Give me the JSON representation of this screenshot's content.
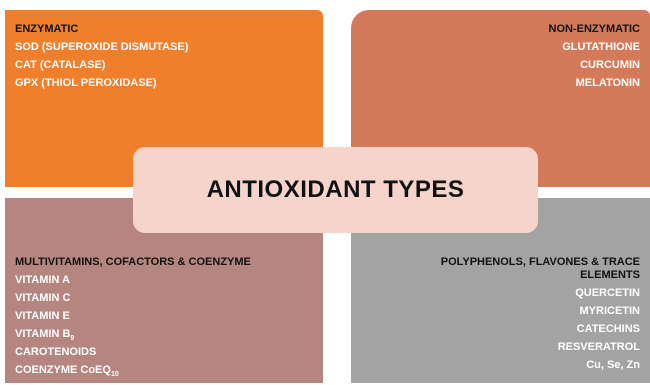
{
  "title": "ANTIOXIDANT TYPES",
  "enzymatic": {
    "heading": "ENZYMATIC",
    "items": [
      "SOD (SUPEROXIDE DISMUTASE)",
      "CAT (CATALASE)",
      "GPX (THIOL PEROXIDASE)"
    ]
  },
  "non_enzymatic": {
    "heading": "NON-ENZYMATIC",
    "items": [
      "GLUTATHIONE",
      "CURCUMIN",
      "MELATONIN"
    ]
  },
  "multivitamins": {
    "heading": "MULTIVITAMINS, COFACTORS & COENZYME",
    "items": [
      "VITAMIN A",
      "VITAMIN C",
      "VITAMIN E"
    ],
    "vitamin_b": "VITAMIN B",
    "vitamin_b_sub": "9",
    "carotenoids": "CAROTENOIDS",
    "coenzyme": "COENZYME CoEQ",
    "coenzyme_sub": "10"
  },
  "polyphenols": {
    "heading_line1": "POLYPHENOLS, FLAVONES & TRACE",
    "heading_line2": "ELEMENTS",
    "items": [
      "QUERCETIN",
      "MYRICETIN",
      "CATECHINS",
      "RESVERATROL",
      "Cu, Se, Zn"
    ]
  }
}
